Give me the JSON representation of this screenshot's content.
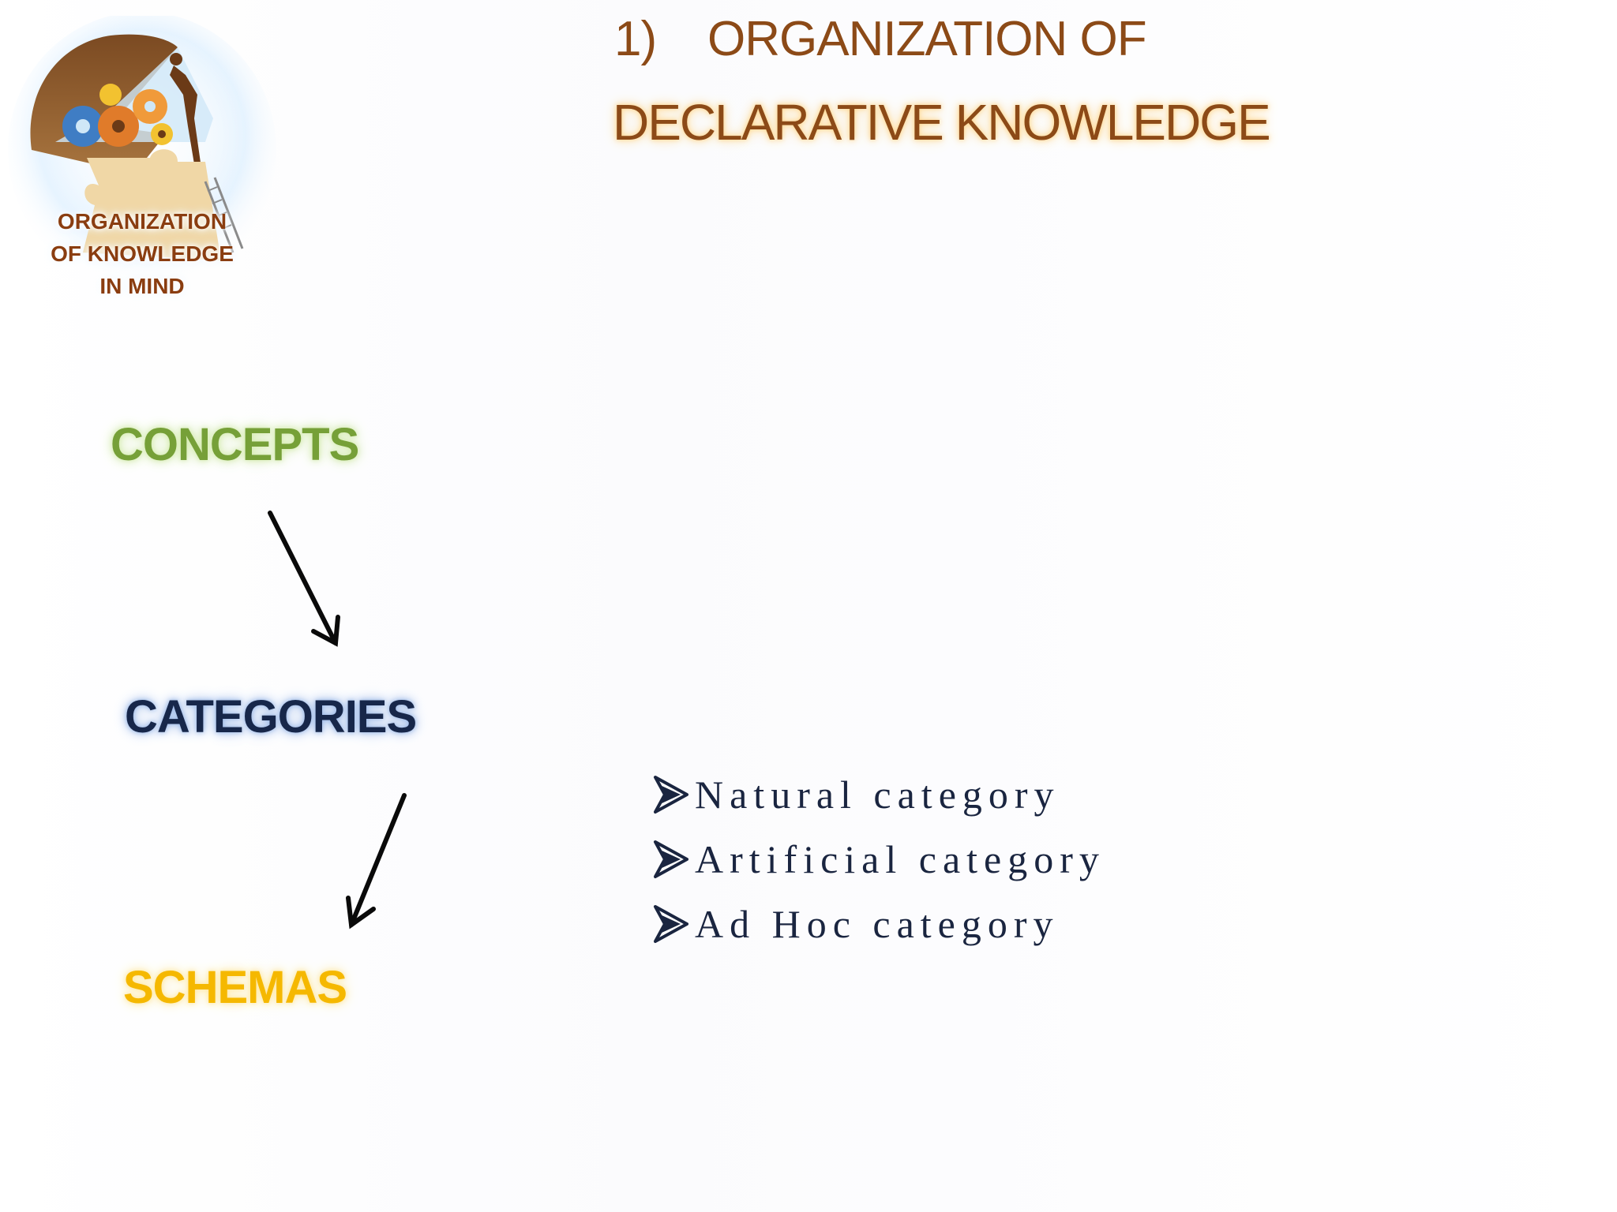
{
  "logo": {
    "lines": [
      "ORGANIZATION",
      "OF KNOWLEDGE",
      "IN MIND"
    ]
  },
  "title": {
    "number": "1)",
    "line1": "ORGANIZATION OF",
    "line2": "DECLARATIVE KNOWLEDGE"
  },
  "flow": {
    "concepts": "CONCEPTS",
    "categories": "CATEGORIES",
    "schemas": "SCHEMAS"
  },
  "category_types": [
    "Natural category",
    "Artificial category",
    "Ad Hoc category"
  ],
  "colors": {
    "title": "#8c4a17",
    "concepts": "#76a038",
    "categories": "#17274a",
    "schemas": "#f5b800",
    "bullet_text": "#1a2540"
  },
  "icons": {
    "bullet": "arrowhead-bullet-icon",
    "flow_arrow": "down-arrow-icon"
  }
}
